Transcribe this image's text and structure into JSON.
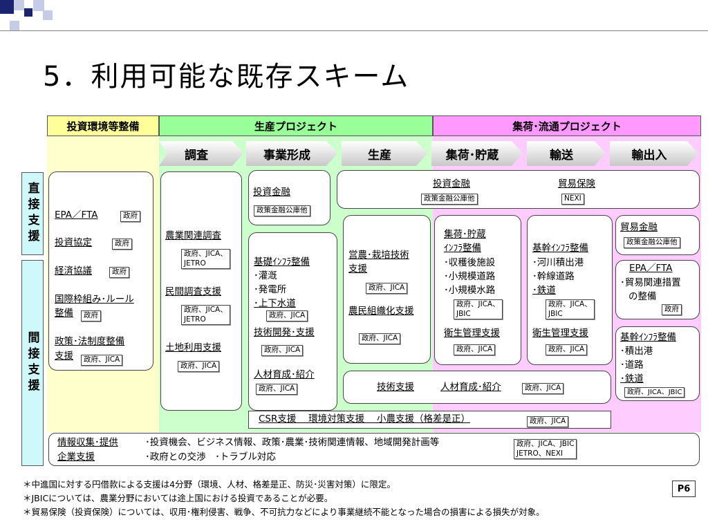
{
  "title": "5．利用可能な既存スキーム",
  "headers": {
    "col1": "投資環境等整備",
    "col2": "生産プロジェクト",
    "col3": "集荷･流通プロジェクト"
  },
  "stages": [
    "調査",
    "事業形成",
    "生産",
    "集荷･貯蔵",
    "輸送",
    "輸出入"
  ],
  "side": {
    "direct": "直接支援",
    "indirect": "間接支援"
  },
  "env": {
    "items": [
      {
        "label": "EPA／FTA",
        "tag": "政府"
      },
      {
        "label": "投資協定",
        "tag": "政府"
      },
      {
        "label": "経済協議",
        "tag": "政府"
      },
      {
        "label": "国際枠組み･ルール",
        "label2": "整備",
        "tag": "政府"
      },
      {
        "label": "政策･法制度整備",
        "label2": "支援",
        "tag": "政府、JICA"
      }
    ]
  },
  "survey": {
    "items": [
      {
        "label": "農業関連調査",
        "tag": "政府、JICA、\nJETRO"
      },
      {
        "label": "民間調査支援",
        "tag": "政府、JICA、\nJETRO"
      },
      {
        "label": "土地利用支援",
        "tag": "政府、JICA"
      }
    ]
  },
  "invest_fin_1": {
    "label": "投資金融",
    "tag": "政策金融公庫他"
  },
  "infra_dev": {
    "label": "基礎ｲﾝﾌﾗ整備",
    "bullets": [
      "･灌漑",
      "･発電所",
      "･上下水道"
    ],
    "tag": "政府、JICA",
    "tech": "技術開発･支援",
    "tech_tag": "政府、JICA",
    "hr": "人材育成･紹介",
    "hr_tag": "政府、JICA"
  },
  "production": {
    "label": "営農･栽培技術",
    "label2": "支援",
    "tag": "政府、JICA",
    "org": "農民組織化支援",
    "org_tag": "政府、JICA"
  },
  "top_fin": {
    "invest": "投資金融",
    "invest_tag": "政策金融公庫他",
    "insurance": "貿易保険",
    "insurance_tag": "NEXI"
  },
  "storage": {
    "label": "集荷･貯蔵",
    "label2": "ｲﾝﾌﾗ整備",
    "bullets": [
      "･収穫後施設",
      "･小規模道路",
      "･小規模水路"
    ],
    "tag": "政府、JICA、\nJBIC",
    "hyg": "衛生管理支援",
    "hyg_tag": "政府、JICA"
  },
  "transport": {
    "label": "基幹ｲﾝﾌﾗ整備",
    "bullets": [
      "･河川積出港",
      "･幹線道路",
      "･鉄道"
    ],
    "tag": "政府、JICA、\nJBIC",
    "hyg": "衛生管理支援",
    "hyg_tag": "政府、JICA"
  },
  "trade": {
    "fin": "貿易金融",
    "fin_tag": "政策金融公庫他",
    "epa": "EPA／FTA",
    "epa_b1": "･貿易関連措置",
    "epa_b2": "の整備",
    "epa_tag": "政府",
    "infra": "基幹ｲﾝﾌﾗ整備",
    "infra_bullets": [
      "･積出港",
      "･道路",
      "･鉄道"
    ],
    "infra_tag": "政府、JICA、JBIC"
  },
  "support_row": {
    "tech": "技術支援",
    "hr": "人材育成･紹介",
    "tag": "政府、JICA"
  },
  "csr_row": {
    "text": "CSR支援　 環境対策支援　 小農支援（格差是正）",
    "tag": "政府、JICA"
  },
  "indirect": {
    "l1": "情報収集･提供",
    "l2": "企業支援",
    "d1": "･投資機会、ビジネス情報、政策･農業･技術関連情報、地域開発計画等",
    "d2": "･政府との交渉　･トラブル対応",
    "tag": "政府、JICA、JBIC\nJETRO、NEXI"
  },
  "notes": [
    "＊中進国に対する円借款による支援は4分野（環境、人材、格差是正、防災･災害対策）に限定。",
    "＊JBICについては、農業分野においては途上国における投資であることが必要。",
    "＊貿易保険（投資保険）については、収用･権利侵害、戦争、不可抗力などにより事業継続不能となった場合の損害による損失が対象。"
  ],
  "page": "P6",
  "colors": {
    "col1": "#ffff99",
    "col2": "#99ff99",
    "col3": "#ff99ff",
    "side": "#ccf9fb",
    "deco": "#1f2a6b"
  }
}
